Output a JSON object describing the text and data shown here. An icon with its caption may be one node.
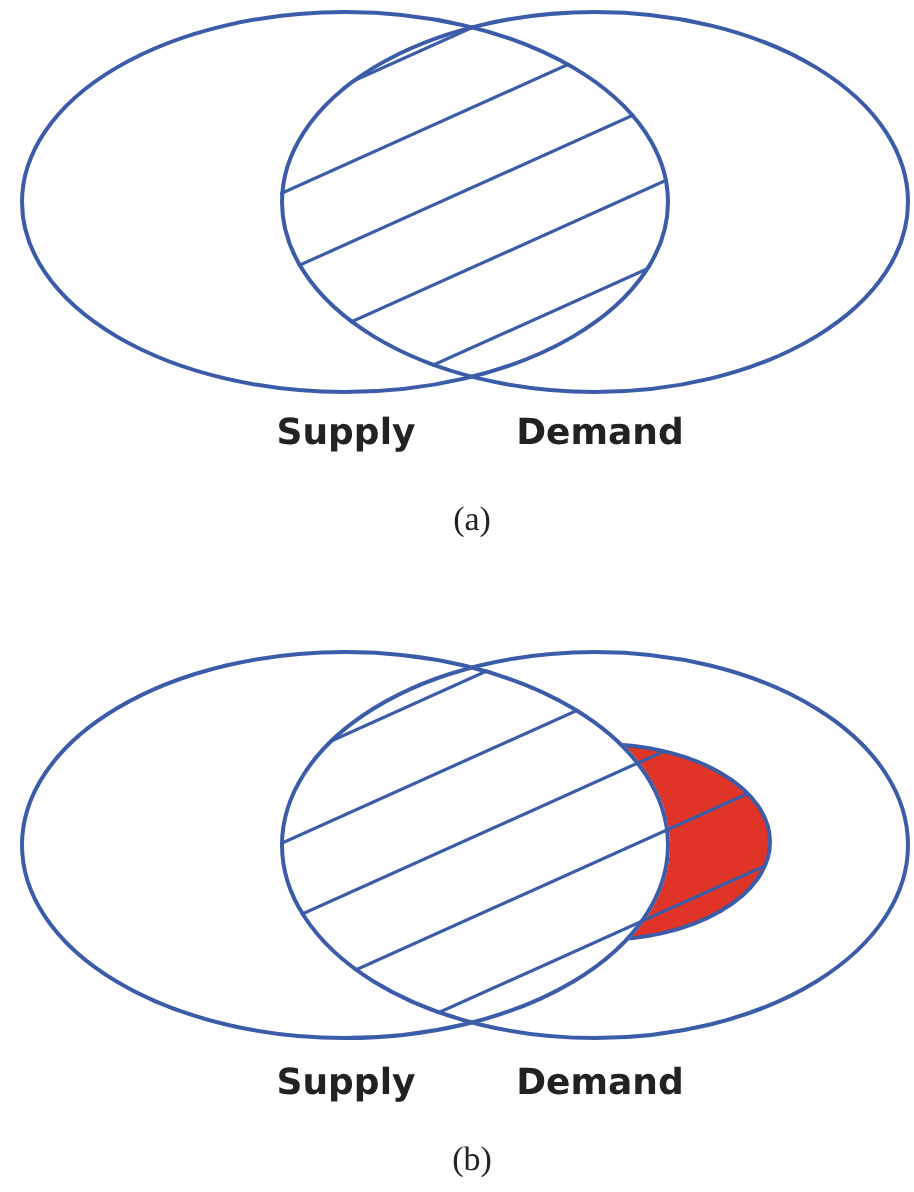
{
  "diagram": {
    "nodes": [
      {
        "text": [
          "Supply"
        ]
      },
      {
        "text": [
          "Demand"
        ]
      },
      {
        "text": [
          "Supply"
        ]
      },
      {
        "text": [
          "Demand"
        ]
      }
    ],
    "labels": [
      "(a)",
      "(b)"
    ]
  }
}
